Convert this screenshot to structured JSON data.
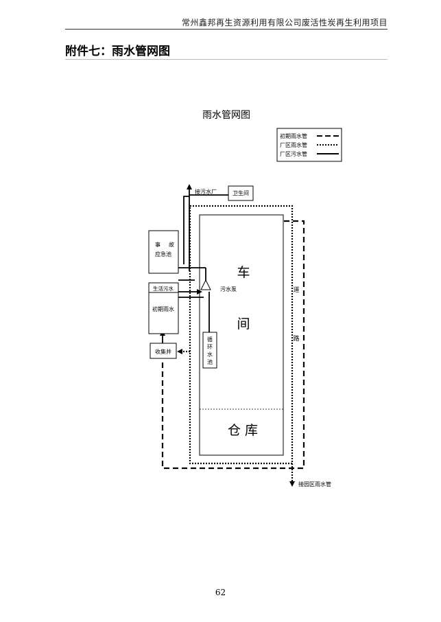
{
  "header": {
    "text": "常州鑫邦再生资源利用有限公司废活性炭再生利用项目"
  },
  "attachment_title": "附件七：雨水管网图",
  "diagram": {
    "title": "雨水管网图",
    "legend": [
      "初期雨水管",
      "厂区雨水管",
      "厂区污水管"
    ],
    "labels": {
      "to_sewage_plant": "接污水厂",
      "toilet": "卫生间",
      "accident_1": "事",
      "accident_2": "故",
      "accident_3": "应急池",
      "domestic": "生活污水",
      "initial_rain": "初期雨水",
      "collect_well": "收集井",
      "pump": "污水泵",
      "circ_1": "循",
      "circ_2": "环",
      "circ_3": "水",
      "circ_4": "池",
      "workshop_1": "车",
      "workshop_2": "间",
      "road_1": "道",
      "road_2": "路",
      "warehouse": "仓 库",
      "park_rain": "接园区雨水管"
    }
  },
  "page_number": "62"
}
